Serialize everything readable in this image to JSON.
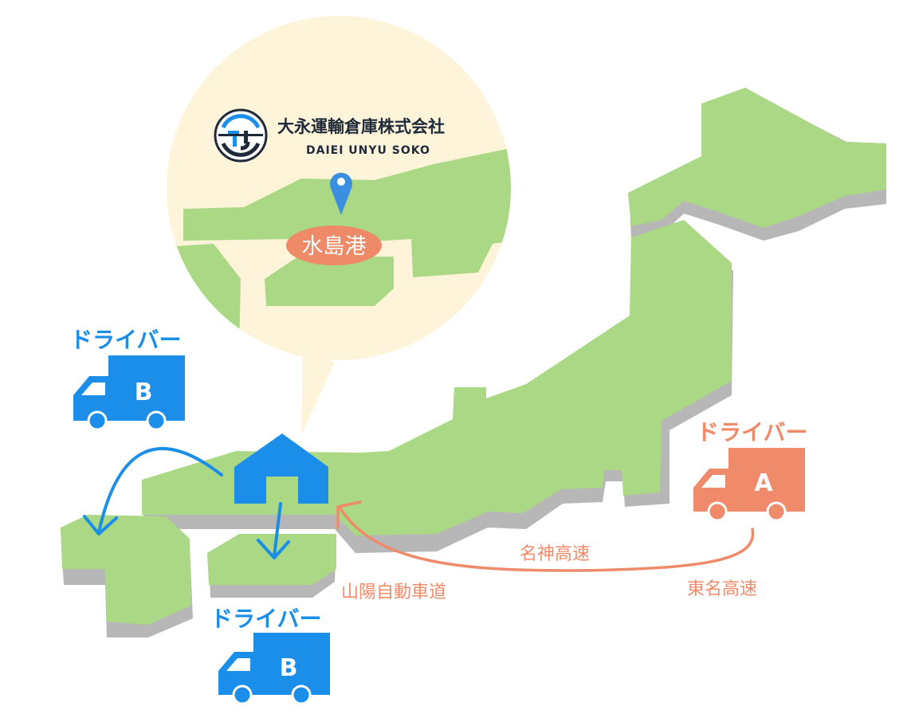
{
  "company": {
    "name_ja": "大永運輸倉庫株式会社",
    "name_en": "DAIEI UNYU SOKO",
    "logo_icon": "fj-logo-icon"
  },
  "port": {
    "label": "水島港",
    "pin_icon": "map-pin-icon"
  },
  "drivers": {
    "top_b": {
      "label": "ドライバー",
      "letter": "B"
    },
    "bottom_b": {
      "label": "ドライバー",
      "letter": "B"
    },
    "a": {
      "label": "ドライバー",
      "letter": "A"
    }
  },
  "routes": {
    "meishin": "名神高速",
    "tomei": "東名高速",
    "sanyo": "山陽自動車道"
  },
  "colors": {
    "land": "#aad884",
    "land_shadow": "#b7b7b7",
    "callout_bg": "#fdf4d9",
    "blue": "#1a8ee8",
    "orange": "#ef8b6a",
    "port_badge": "#ee8a68",
    "dark": "#1e2a3a"
  }
}
